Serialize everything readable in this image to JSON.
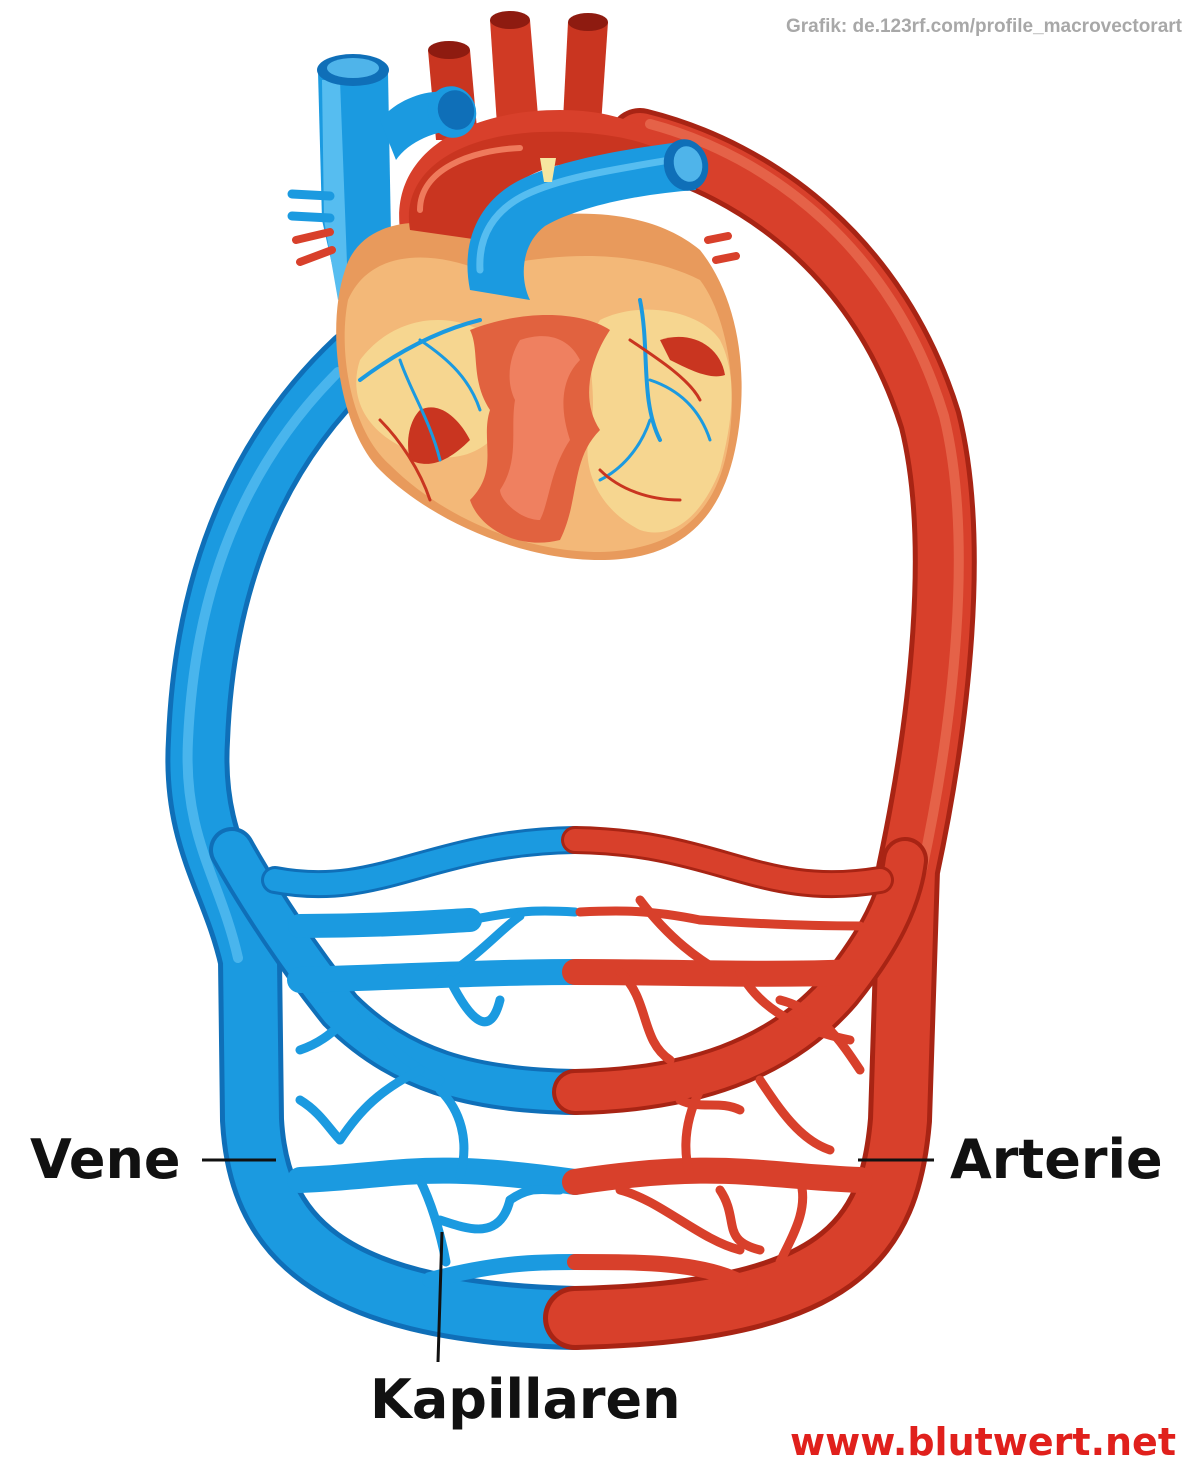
{
  "credit": "Grafik: de.123rf.com/profile_macrovectorart",
  "labels": {
    "vein": "Vene",
    "artery": "Arterie",
    "capillaries": "Kapillaren"
  },
  "website": "www.blutwert.net",
  "colors": {
    "vein": "#1b9ae0",
    "vein_dark": "#0f6fb8",
    "artery": "#d8402b",
    "artery_dark": "#a82414",
    "heart_muscle": "#e1623f",
    "heart_fat": "#f6d690",
    "website": "#e0201c"
  }
}
